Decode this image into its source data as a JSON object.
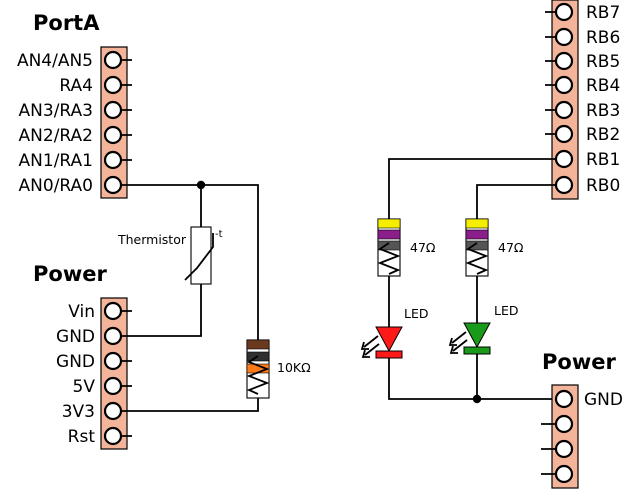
{
  "port_a": {
    "title": "PortA",
    "pins": [
      "AN4/AN5",
      "RA4",
      "AN3/RA3",
      "AN2/RA2",
      "AN1/RA1",
      "AN0/RA0"
    ]
  },
  "power_left": {
    "title": "Power",
    "pins": [
      "Vin",
      "GND",
      "GND",
      "5V",
      "3V3",
      "Rst"
    ]
  },
  "port_b": {
    "pins": [
      "RB7",
      "RB6",
      "RB5",
      "RB4",
      "RB3",
      "RB2",
      "RB1",
      "RB0"
    ]
  },
  "power_right": {
    "title": "Power",
    "pins": [
      "GND",
      "",
      "",
      ""
    ]
  },
  "thermistor": {
    "label": "Thermistor",
    "mark": "-t"
  },
  "resistor_10k": {
    "value": "10KΩ",
    "bands": [
      "#6b3a1e",
      "#303030",
      "#ff7a1a"
    ]
  },
  "resistor_rb1": {
    "value": "47Ω",
    "bands": [
      "#f5ee00",
      "#8a1e8a",
      "#555555"
    ]
  },
  "resistor_rb0": {
    "value": "47Ω",
    "bands": [
      "#f5ee00",
      "#8a1e8a",
      "#555555"
    ]
  },
  "led_red": {
    "label": "LED",
    "color": "#ff1a1a"
  },
  "led_green": {
    "label": "LED",
    "color": "#1a9a1a"
  }
}
